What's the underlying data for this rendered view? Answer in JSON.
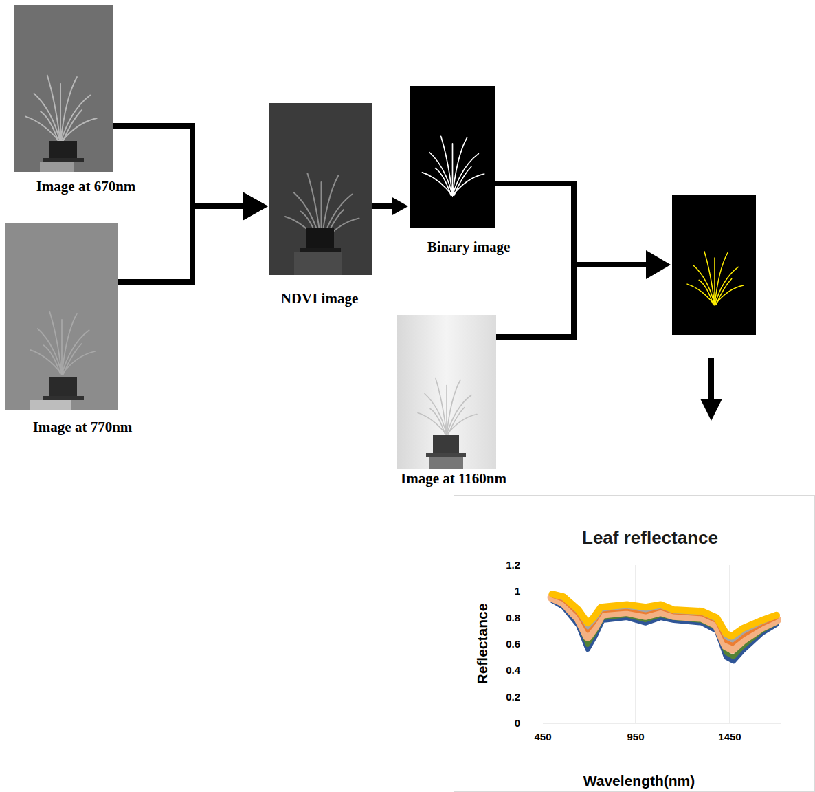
{
  "diagram": {
    "nodes": [
      {
        "text": [
          "Image at 670nm"
        ]
      },
      {
        "text": [
          "Image at 770nm"
        ]
      },
      {
        "text": [
          "NDVI image"
        ]
      },
      {
        "text": [
          "Binary image"
        ]
      },
      {
        "text": [
          "Image at 1160nm"
        ]
      },
      {
        "text": [
          "Leaf reflectance"
        ]
      }
    ],
    "edges": [
      {
        "from": 0,
        "to": 2,
        "arrow": "to"
      },
      {
        "from": 1,
        "to": 2,
        "arrow": "to"
      },
      {
        "from": 2,
        "to": 3,
        "arrow": "to"
      }
    ],
    "labels": [
      "1.2",
      "1",
      "0.8",
      "0.6",
      "0.4",
      "0.2",
      "0",
      "450",
      "950",
      "1450",
      "Reflectance",
      "Wavelength(nm)"
    ]
  }
}
